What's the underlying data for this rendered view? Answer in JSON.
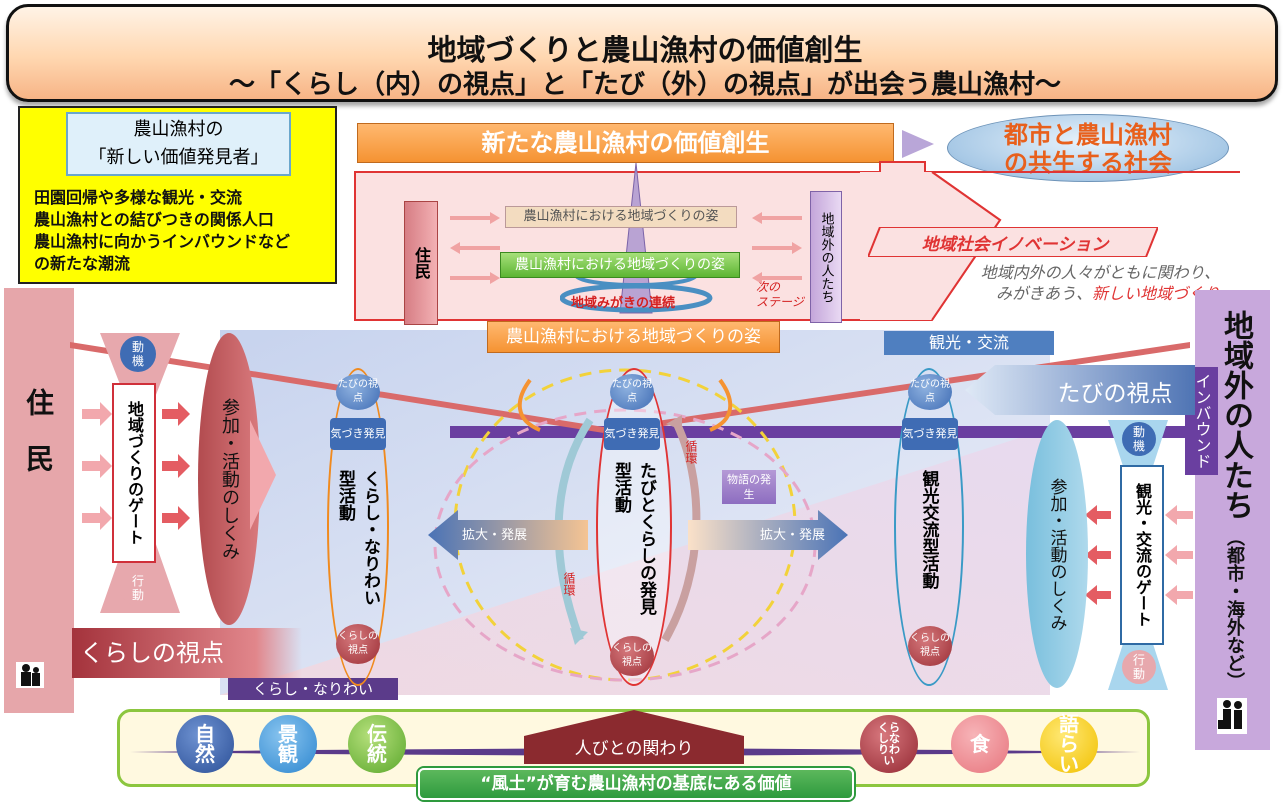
{
  "title": {
    "line1": "地域づくりと農山漁村の価値創生",
    "line2": "～「くらし（内）の視点」と「たび（外）の視点」が出会う農山漁村～"
  },
  "discoverers": {
    "box_line1": "農山漁村の",
    "box_line2": "「新しい価値発見者」",
    "lines": [
      "田園回帰や多様な観光・交流",
      "農山漁村との結びつきの関係人口",
      "農山漁村に向かうインバウンドなど",
      "の新たな潮流"
    ]
  },
  "creation_banner": "新たな農山漁村の価値創生",
  "symbiosis": {
    "line1": "都市と農山漁村",
    "line2": "の共生する社会"
  },
  "spiral": {
    "residents": "住民",
    "outsiders": "地域外の人たち",
    "stage_top": "農山漁村における地域づくりの姿",
    "stage_mid": "農山漁村における地域づくりの姿",
    "stage_bottom": "農山漁村における地域づくりの姿",
    "polish": "地域みがきの連続",
    "next_stage": "次の\nステージ"
  },
  "innovation": {
    "banner": "地域社会イノベーション",
    "desc_line1": "地域内外の人々がともに関わり、",
    "desc_line2_a": "みがきあう、",
    "desc_line2_b": "新しい地域づくり"
  },
  "left_panel": {
    "residents": "住　民"
  },
  "right_panel": {
    "outsiders": "地域外の人たち",
    "note": "（都市・海外など）",
    "inbound": "インバウンド"
  },
  "left_gate": {
    "motive": "動機",
    "label": "地域づくりのゲート",
    "action": "行動"
  },
  "right_gate": {
    "motive": "動機",
    "label": "観光・交流のゲート",
    "action": "行動"
  },
  "left_mechanism": "参加・活動のしくみ",
  "right_mechanism": "参加・活動のしくみ",
  "kurashi_view_banner": "くらしの視点",
  "tabi_view_banner": "たびの視点",
  "kurashi_band": "くらし・なりわい",
  "kanko_band": "観光・交流",
  "activities": {
    "left": "くらし・なりわい型活動",
    "center": "たびとくらしの発見型活動",
    "right": "観光交流型活動"
  },
  "bubbles": {
    "tabi_view": "たびの視点",
    "awareness": "気づき発見",
    "kurashi_view": "くらしの視点"
  },
  "center_labels": {
    "expand_left": "拡大・発展",
    "expand_right": "拡大・発展",
    "cycle_top": "循環",
    "cycle_bottom": "循環",
    "story": "物語の発生"
  },
  "base": {
    "values": [
      "自然",
      "景観",
      "伝統",
      "くらしなりわい",
      "食",
      "語らい"
    ],
    "connection": "人びとの関わり",
    "footer": "“風土”が育む農山漁村の基底にある価値"
  },
  "colors": {
    "title_fill": "#ffd7b0",
    "residents_panel": "#e6a6aa",
    "outsiders_panel": "#c8a8dc",
    "orange": "#f59332",
    "base_border": "#8cc63f",
    "footer_green": "#2e9a3e"
  }
}
